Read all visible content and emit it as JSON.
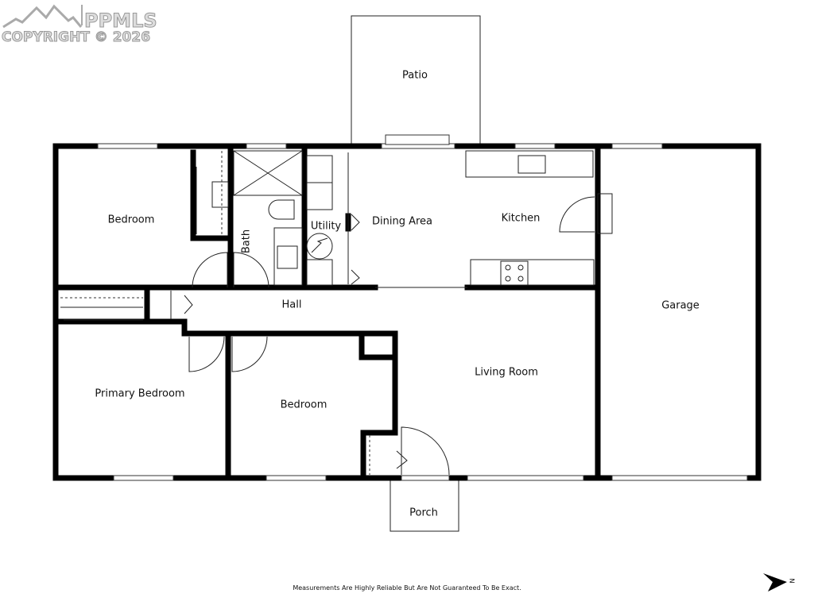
{
  "logo": {
    "brand": "PPMLS",
    "copyright": "COPYRIGHT © 2026"
  },
  "rooms": {
    "patio": "Patio",
    "bedroom_top": "Bedroom",
    "bath": "Bath",
    "utility": "Utility",
    "dining": "Dining Area",
    "kitchen": "Kitchen",
    "garage": "Garage",
    "hall": "Hall",
    "living": "Living Room",
    "primary": "Primary Bedroom",
    "bedroom_bottom": "Bedroom",
    "porch": "Porch"
  },
  "footer": "Measurements Are Highly Reliable But Are Not Guaranteed To Be Exact.",
  "north_label": "N"
}
